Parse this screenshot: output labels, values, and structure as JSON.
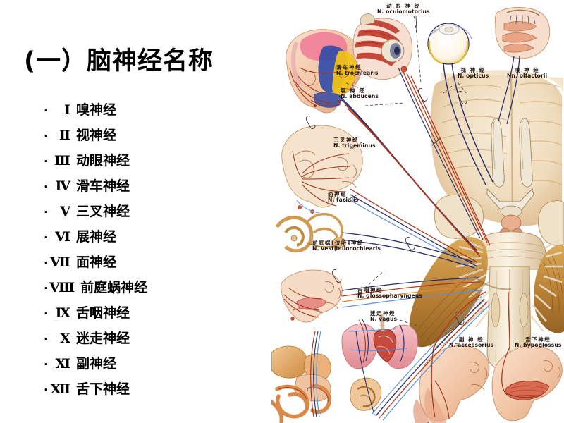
{
  "slide": {
    "title": "(一）脑神经名称",
    "background_color": "#ffffff",
    "text_color": "#000000"
  },
  "nerve_list": {
    "bullet_glyph": "·",
    "items": [
      {
        "numeral": "Ⅰ",
        "name": "嗅神经"
      },
      {
        "numeral": "Ⅱ",
        "name": "视神经"
      },
      {
        "numeral": "Ⅲ",
        "name": "动眼神经"
      },
      {
        "numeral": "Ⅳ",
        "name": "滑车神经"
      },
      {
        "numeral": "Ⅴ",
        "name": "三叉神经"
      },
      {
        "numeral": "Ⅵ",
        "name": "展神经"
      },
      {
        "numeral": "Ⅶ",
        "name": "面神经"
      },
      {
        "numeral": "Ⅷ",
        "name": "前庭蜗神经"
      },
      {
        "numeral": "Ⅸ",
        "name": "舌咽神经"
      },
      {
        "numeral": "Ⅹ",
        "name": "迷走神经"
      },
      {
        "numeral": "Ⅺ",
        "name": "副神经"
      },
      {
        "numeral": "Ⅻ",
        "name": "舌下神经"
      }
    ]
  },
  "figure": {
    "labels": [
      {
        "id": "oculomotor",
        "cn": "动 眼 神 经",
        "la": "N. oculomotorius"
      },
      {
        "id": "trochlear",
        "cn": "滑车神经",
        "la": "N. trochlearis"
      },
      {
        "id": "abducens",
        "cn": "展 神 经",
        "la": "N. abducens"
      },
      {
        "id": "optic",
        "cn": "视 神 经",
        "la": "N. opticus"
      },
      {
        "id": "olfactory",
        "cn": "嗅 神 经",
        "la": "Nn. olfactorii"
      },
      {
        "id": "trigeminal",
        "cn": "三叉神经",
        "la": "N. trigeminus"
      },
      {
        "id": "facial",
        "cn": "面神经",
        "la": "N. facialis"
      },
      {
        "id": "vestibulocochlear",
        "cn": "前庭蜗[位听]神经",
        "la": "N. vestibulocochlearis"
      },
      {
        "id": "glossopharyngeal",
        "cn": "舌咽神经",
        "la": "N. glossopharyngeus"
      },
      {
        "id": "vagus",
        "cn": "迷走神经",
        "la": "N. vagus"
      },
      {
        "id": "accessory",
        "cn": "副 神 经",
        "la": "N. accessorius"
      },
      {
        "id": "hypoglossal",
        "cn": "舌下神经",
        "la": "N. hypoglossus"
      }
    ],
    "colors": {
      "brain_base": "#f0e2cc",
      "brain_shade": "#c08a43",
      "brain_deep": "#8a5a1e",
      "motor_nerve": "#b2381c",
      "sensory_nerve": "#2b2f6b",
      "parasympathetic": "#5c8fd6",
      "muscle_red": "#c0392b",
      "skin_tone": "#f3c8a8",
      "dermatome_pink": "#f08098",
      "dermatome_blue": "#2f4aa8",
      "dermatome_yellow": "#f2c218",
      "viscera_pink": "#eda3a8",
      "viscera_tan": "#d89a4a",
      "leader_line": "#3a3a3a"
    }
  }
}
